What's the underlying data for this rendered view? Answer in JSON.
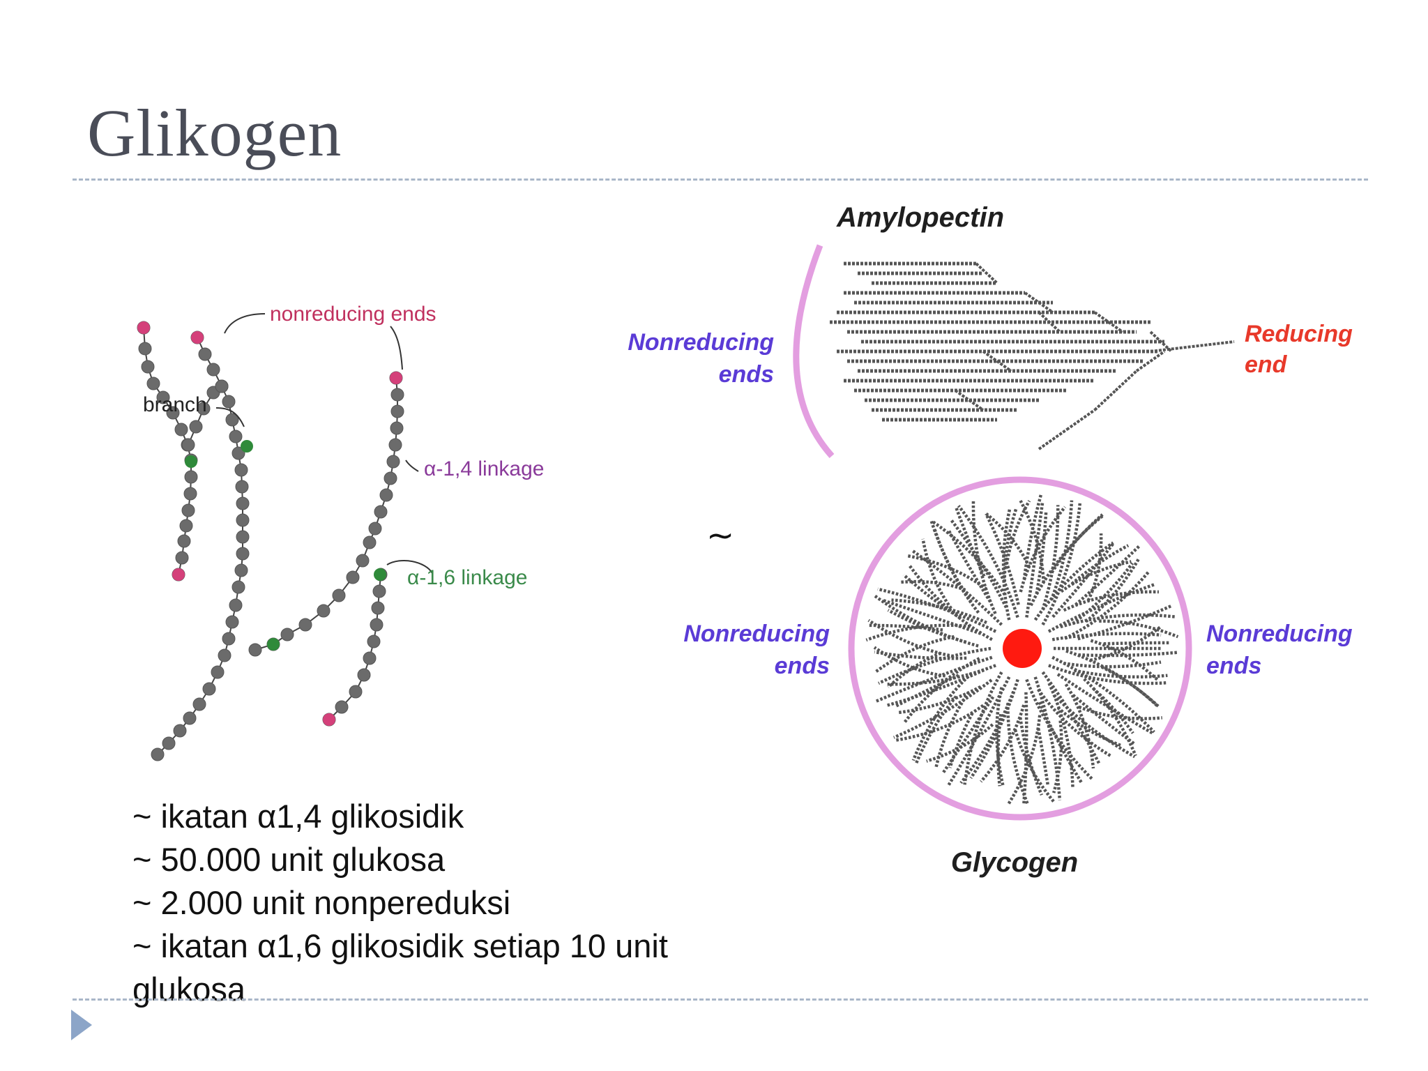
{
  "slide": {
    "title": "Glikogen",
    "tilde_mark": "~",
    "bullets": [
      "~ ikatan α1,4 glikosidik",
      "~ 50.000 unit glukosa",
      "~ 2.000 unit nonpereduksi",
      "~ ikatan α1,6 glikosidik setiap 10 unit glukosa"
    ]
  },
  "left_figure": {
    "labels": {
      "nonreducing": "nonreducing ends",
      "branch": "branch",
      "a14": "α-1,4 linkage",
      "a16": "α-1,6 linkage"
    },
    "colors": {
      "unit": "#6b6b6b",
      "end": "#d4407a",
      "branch": "#2f8a3a",
      "a14_text": "#8a3a9a",
      "a16_text": "#3a8a4a"
    }
  },
  "right_figure": {
    "amylopectin_title": "Amylopectin",
    "glycogen_title": "Glycogen",
    "nonreducing_line1": "Nonreducing",
    "nonreducing_line2": "ends",
    "reducing_line1": "Reducing",
    "reducing_line2": "end",
    "colors": {
      "arc": "#e39ee0",
      "core": "#ff1a10",
      "chain": "#555555"
    }
  }
}
